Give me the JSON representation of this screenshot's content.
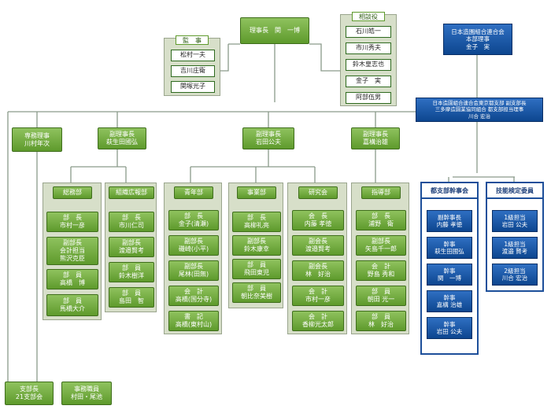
{
  "top": {
    "chairman": "理事長　関　一博"
  },
  "auditors": {
    "title": "監　事",
    "members": [
      "松村一夫",
      "吉川庄衛",
      "関塚光子"
    ]
  },
  "advisors": {
    "title": "相談役",
    "members": [
      "石川皓一",
      "市川秀夫",
      "鈴木皇志也",
      "金子　実",
      "阿部伍男"
    ]
  },
  "federation": {
    "text": "日本造園組合連合会\n本部理事\n金子　実"
  },
  "tokyo_branch": {
    "text": "日本造園組合連合会東京都支部 副支部長\n三多摩造園業協同組合 都支部担当理事\n川合 宏治"
  },
  "executives": {
    "managing": "専務理事\n川村年次",
    "vice1": "副理事長\n萩生田國弘",
    "vice2": "副理事長\n岩田公夫",
    "vice3": "副理事長\n嘉構治雄"
  },
  "departments": {
    "general": {
      "title": "総務部",
      "items": [
        "部　長\n市村一彦",
        "副部長\n会計担当\n熊沢克臣",
        "部　員\n高橋　博",
        "部　員\n馬橋大介"
      ]
    },
    "organization": {
      "title": "組織広報部",
      "items": [
        "部　長\n市川仁司",
        "副部長\n渡邉賢考",
        "部　員\n鈴木樹洋",
        "部　員\n島田　智"
      ]
    },
    "youth": {
      "title": "青年部",
      "items": [
        "部　長\n金子(清瀬)",
        "副部長\n磯崎(小平)",
        "副部長\n尾林(田無)",
        "会　計\n高橋(国分寺)",
        "書　記\n高橋(東村山)"
      ]
    },
    "business": {
      "title": "事業部",
      "items": [
        "部　長\n高柳礼亮",
        "副部長\n鈴木康幸",
        "部　員\n飛田東児",
        "部　員\n朝比奈美樹"
      ]
    },
    "research": {
      "title": "研究会",
      "items": [
        "会　長\n内藤 孝徳",
        "副会長\n渡邉賢考",
        "副会長\n林　好治",
        "会　計\n市村一彦",
        "会　計\n香柳光太郎"
      ]
    },
    "guidance": {
      "title": "指導部",
      "items": [
        "部　長\n浦野　衛",
        "副部長\n矢島千一郎",
        "会　計\n野島 秀和",
        "部　員\n朝田 光一",
        "部　員\n林　好治"
      ]
    }
  },
  "branch_officers": {
    "title": "都支部幹事会",
    "items": [
      "副幹事長\n内藤 孝徳",
      "幹事\n萩生田國弘",
      "幹事\n関　一博",
      "幹事\n嘉構 治雄",
      "幹事\n岩田 公夫"
    ]
  },
  "skill_committee": {
    "title": "技能検定委員",
    "items": [
      "1級担当\n岩田 公夫",
      "1級担当\n渡邉 賢考",
      "2級担当\n川合 宏治"
    ]
  },
  "bottom": {
    "branch_head": "支部長\n21支部会",
    "office_staff": "事務職員\n村田・尾池"
  }
}
